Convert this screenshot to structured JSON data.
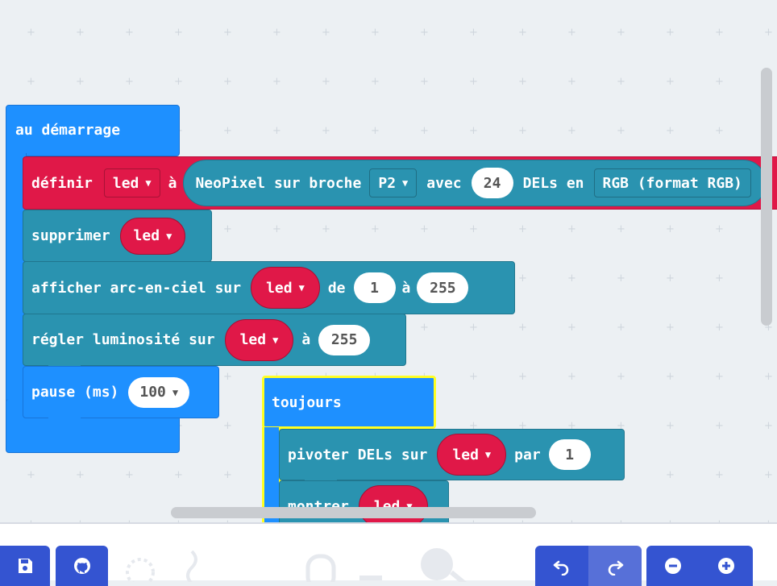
{
  "colors": {
    "workspace_bg": "#ecf0f3",
    "event_block": "#1e90ff",
    "neopixel_block": "#2a93b0",
    "variable_block": "#e01848",
    "selection_outline": "#ffff22",
    "toolbar_button": "#3454d1"
  },
  "on_start": {
    "title": "au démarrage",
    "define_block": {
      "keyword": "définir",
      "variable": "led",
      "to": "à",
      "neopixel_label": "NeoPixel sur broche",
      "pin": "P2",
      "with": "avec",
      "count": "24",
      "leds_in": "DELs en",
      "mode": "RGB (format RGB)"
    },
    "clear_block": {
      "label": "supprimer",
      "variable": "led"
    },
    "rainbow_block": {
      "label": "afficher arc-en-ciel sur",
      "variable": "led",
      "from": "de",
      "start": "1",
      "to": "à",
      "end": "255"
    },
    "brightness_block": {
      "label": "régler luminosité sur",
      "variable": "led",
      "to": "à",
      "value": "255"
    },
    "pause_block": {
      "label": "pause (ms)",
      "value": "100"
    }
  },
  "forever": {
    "title": "toujours",
    "rotate_block": {
      "label": "pivoter DELs sur",
      "variable": "led",
      "by": "par",
      "value": "1"
    },
    "show_block": {
      "label": "montrer",
      "variable": "led"
    }
  },
  "icons": [
    "save-icon",
    "github-icon",
    "undo-icon",
    "redo-icon",
    "zoom-out-icon",
    "zoom-in-icon",
    "caret-down-icon"
  ]
}
